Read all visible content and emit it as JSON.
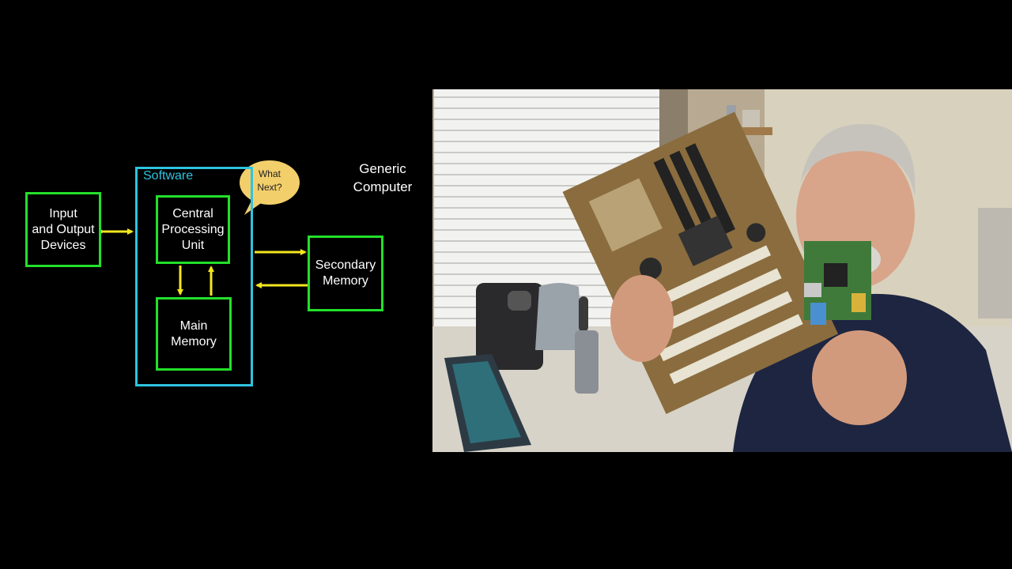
{
  "diagram": {
    "software_label": "Software",
    "generic_label": "Generic\nComputer",
    "bubble_text": "What\nNext?",
    "boxes": {
      "io": "Input\nand Output\nDevices",
      "cpu": "Central\nProcessing\nUnit",
      "main_memory": "Main\nMemory",
      "secondary_memory": "Secondary\nMemory"
    },
    "colors": {
      "box_border": "#22e02a",
      "software_border": "#2ec4e0",
      "arrow": "#f4e61e",
      "bubble": "#f3cf6b"
    }
  },
  "photo": {
    "icons": [
      "motherboard-icon",
      "raspberry-pi-board-icon"
    ]
  }
}
